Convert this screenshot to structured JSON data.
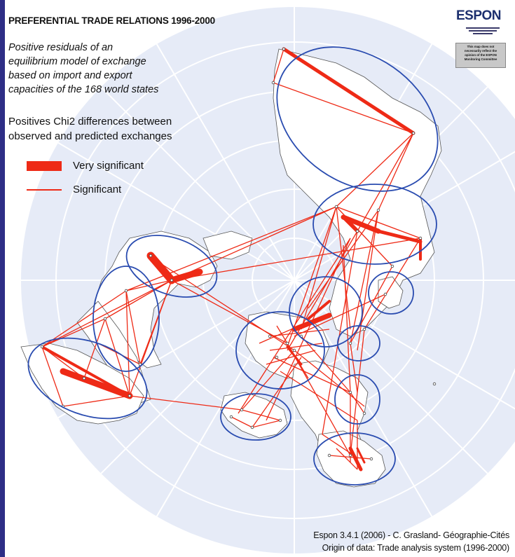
{
  "title": "PREFERENTIAL TRADE RELATIONS 1996-2000",
  "subtitle_lines": [
    "Positive residuals of an",
    "equilibrium  model of exchange",
    "based on import and export",
    "capacities of the 168 world states"
  ],
  "legend": {
    "heading_lines": [
      "Positives Chi2 differences between",
      "observed and predicted exchanges"
    ],
    "items": [
      {
        "label": "Very significant",
        "style": "thick",
        "color": "#ee2a16"
      },
      {
        "label": "Significant",
        "style": "thin",
        "color": "#ee2a16"
      }
    ]
  },
  "logo": {
    "text": "ESPON",
    "disclaimer_lines": [
      "This map does not",
      "necessarily reflect the",
      "opinion of the ESPON",
      "Monitoring Committee"
    ]
  },
  "credits": [
    "Espon 3.4.1 (2006) -  C. Grasland- Géographie-Cités",
    "Origin of data: Trade analysis system (1996-2000)"
  ],
  "colors": {
    "ocean": "#e6ebf7",
    "graticule": "#ffffff",
    "land": "#ffffff",
    "land_stroke": "#555555",
    "flows": "#ee2a16",
    "region_ellipse": "#2a4cb0",
    "frame": "#2e2e86"
  }
}
